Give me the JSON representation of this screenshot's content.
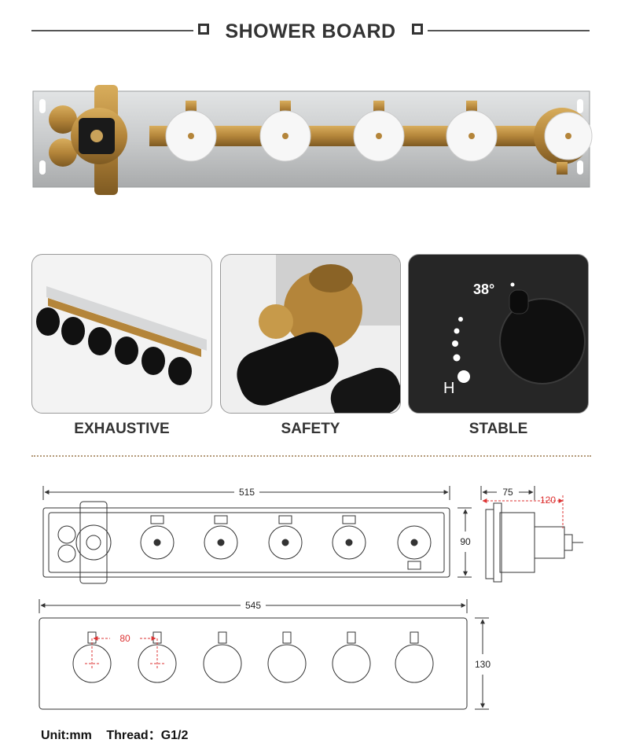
{
  "header": {
    "title": "SHOWER  BOARD"
  },
  "features": [
    {
      "label": "EXHAUSTIVE"
    },
    {
      "label": "SAFETY"
    },
    {
      "label": "STABLE"
    }
  ],
  "stable_dial": {
    "temp": "38°",
    "hot_letter": "H"
  },
  "drawing": {
    "board_length": "515",
    "board_height": "90",
    "side_depth": "75",
    "side_depth_total": "120",
    "panel_length": "545",
    "panel_height": "130",
    "spacing": "80"
  },
  "units": {
    "unit": "Unit:mm",
    "thread": "Thread：G1/2"
  },
  "colors": {
    "brass": "#b8893a",
    "steel": "#cfd1d2",
    "accent_red": "#d33"
  }
}
